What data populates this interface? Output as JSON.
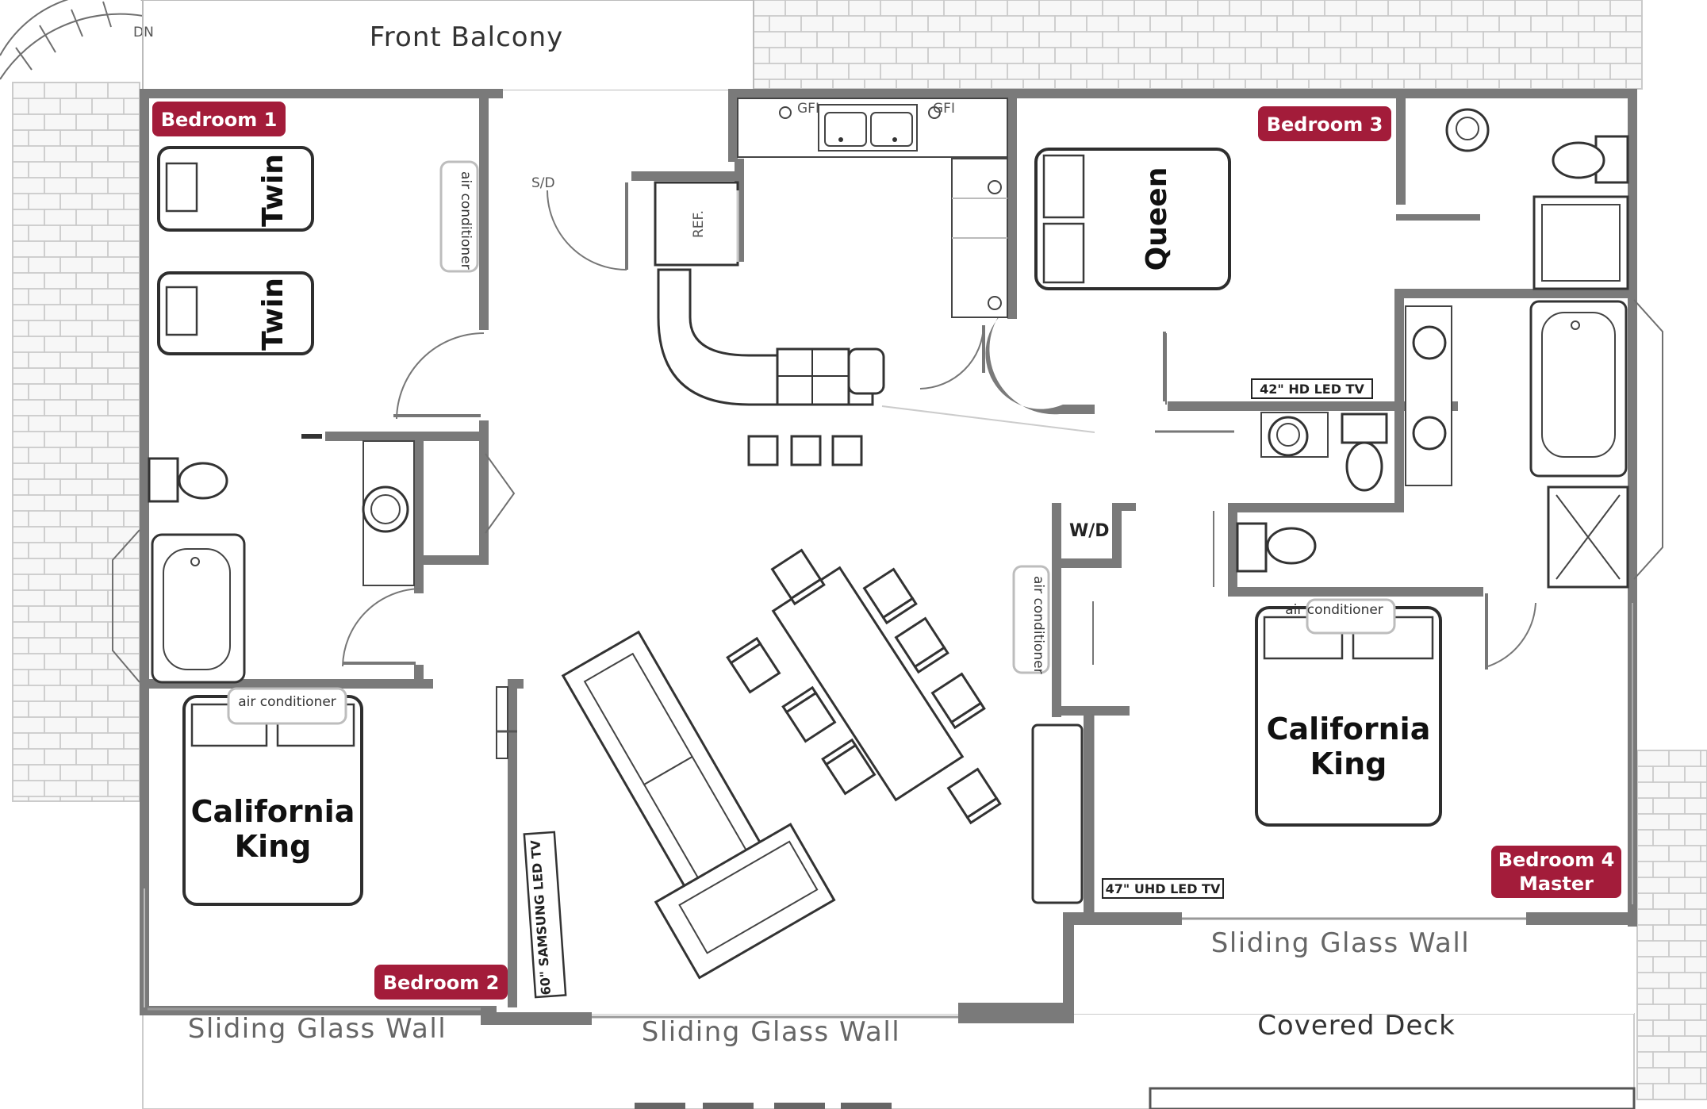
{
  "areas": {
    "front_balcony": "Front Balcony",
    "covered_deck": "Covered Deck",
    "dn": "DN"
  },
  "glass_walls": {
    "bedroom2": "Sliding Glass Wall",
    "living": "Sliding Glass Wall",
    "bedroom4": "Sliding Glass Wall"
  },
  "bedrooms": {
    "bedroom1": "Bedroom 1",
    "bedroom2": "Bedroom 2",
    "bedroom3": "Bedroom 3",
    "bedroom4_line1": "Bedroom 4",
    "bedroom4_line2": "Master"
  },
  "beds": {
    "twin1": "Twin",
    "twin2": "Twin",
    "queen": "Queen",
    "king2_line1": "California",
    "king2_line2": "King",
    "king4_line1": "California",
    "king4_line2": "King"
  },
  "fixtures": {
    "ac_bedroom1": "air conditioner",
    "ac_bedroom2": "air conditioner",
    "ac_bedroom4": "air conditioner",
    "ac_living": "air conditioner",
    "tv_bedroom3": "42\" HD LED TV",
    "tv_bedroom4": "47\" UHD LED TV",
    "tv_living": "60\" SAMSUNG LED TV",
    "wd": "W/D",
    "ref": "REF.",
    "sd": "S/D",
    "gfi1": "GFI",
    "gfi2": "GFI"
  },
  "colors": {
    "badge": "#a31c3a",
    "wall": "#7a7a7a"
  }
}
